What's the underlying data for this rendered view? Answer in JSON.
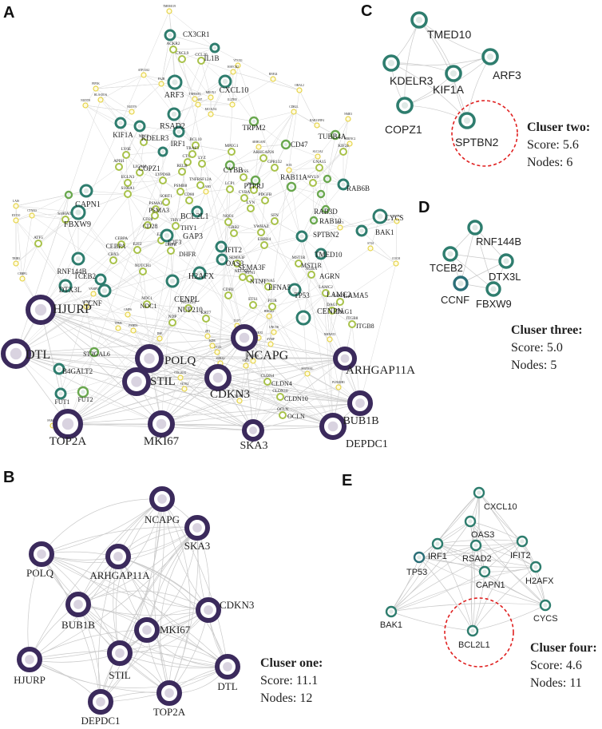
{
  "panels": {
    "A": {
      "letter": "A"
    },
    "B": {
      "letter": "B",
      "title": "Cluser one:",
      "score": "Score: 11.1",
      "nodes": "Nodes: 12"
    },
    "C": {
      "letter": "C",
      "title": "Cluser two:",
      "score": "Score: 5.6",
      "nodes": "Nodes: 6"
    },
    "D": {
      "letter": "D",
      "title": "Cluser three:",
      "score": "Score: 5.0",
      "nodes": "Nodes: 5"
    },
    "E": {
      "letter": "E",
      "title": "Cluser four:",
      "score": "Score: 4.6",
      "nodes": "Nodes: 11"
    }
  },
  "colors": {
    "purple": "#3b2a5c",
    "teal": "#2e7d6e",
    "green": "#6aa84f",
    "yellowgreen": "#a8c24a",
    "yellow": "#e6d44a",
    "highlight_circle": "#e02020",
    "edge": "#c9c9c9"
  },
  "network_A": {
    "hubs": [
      "HJURP",
      "DTL",
      "POLQ",
      "STIL",
      "NCAPG",
      "CDKN3",
      "ARHGAP11A",
      "TOP2A",
      "MKI67",
      "SKA3",
      "DEPDC1",
      "BUB1B"
    ],
    "teal_nodes": [
      "CAPN1",
      "FBXW9",
      "RNF144B",
      "TCEB2",
      "DTX3L",
      "CCNF",
      "KIF1A",
      "KDELR3",
      "RSAD2",
      "ARF3",
      "CXCL10",
      "IRF1",
      "BCL2L1",
      "GAP3",
      "IFIT2",
      "CENPL",
      "OAS3",
      "H2AFX",
      "TP53",
      "CENPN",
      "SPTBN2",
      "TMED10",
      "RAB11A",
      "RAB6B",
      "CYCS",
      "BAK1",
      "MYO5B",
      "COPZ1",
      "CX3CR1",
      "IL1B",
      "ARL4C",
      "B4GALT2",
      "ST3GAL6",
      "FUT1",
      "FUT2",
      "CD47",
      "TRPM2",
      "TUBB4A",
      "PTPRJ",
      "CYBB",
      "GNAI3",
      "RAB3D",
      "RAB10",
      "AGRN",
      "NTN1",
      "EFNA5",
      "SEMA3F",
      "LAMC2",
      "LAMA5",
      "DAG1",
      "ITGB8",
      "MST1R",
      "CLDN4",
      "CLDN10",
      "OCLN",
      "NUP210",
      "NDC1",
      "DHFR",
      "E2F3",
      "CEBPA",
      "CD28",
      "THY1",
      "PSMA3"
    ],
    "green_labels": [
      "CXCL9",
      "CCL20",
      "ACKR2",
      "NPC2",
      "LY6E",
      "CTSC",
      "RELB",
      "LYPD6B",
      "TNFRSF12A",
      "BCL10",
      "MPEG1",
      "TRAF3",
      "LYZ",
      "LCP1",
      "CTSS",
      "NQO1",
      "LYN",
      "PDGFB",
      "SFN",
      "ERBB4",
      "YWHAZ",
      "GRB2",
      "F11R",
      "NECAB2",
      "ETS1",
      "SORT1",
      "VDR",
      "E2F2",
      "NOTCH1",
      "CD80",
      "PSMB8",
      "KIF24",
      "NOTCH3",
      "ARHGAP26",
      "GPR132",
      "ATF5",
      "S100A1",
      "S100A14",
      "LAMP3",
      "HAVCR2",
      "NUDT9",
      "EGLN3",
      "LICAM",
      "APIS1",
      "CBX3",
      "NDP",
      "CDH1",
      "KRT7"
    ],
    "yellow_labels": [
      "TMEM119",
      "VTCN1",
      "ATP13A2",
      "FA2H",
      "HLA-DOA",
      "PIP5K",
      "NUDT8",
      "RNF24",
      "OBAL2",
      "CDR2L",
      "RAB11FIP4",
      "NME3",
      "SLC2A2",
      "SERINC2",
      "NOVA2",
      "SDC3",
      "ST14",
      "COCH",
      "NMNAT2",
      "MANSAL",
      "PLEKHH1",
      "MOAT1",
      "ANO1",
      "FAM83E",
      "TRIB3",
      "CEBPG",
      "ATG5",
      "CTXN3",
      "EXT10",
      "LAIS",
      "VAMP5",
      "AUNIP",
      "TPM3",
      "GMPS",
      "PSMD1",
      "DSE",
      "GMP"
    ]
  },
  "cluster_B": [
    "NCAPG",
    "POLQ",
    "ARHGAP11A",
    "SKA3",
    "BUB1B",
    "MKI67",
    "CDKN3",
    "STIL",
    "HJURP",
    "DTL",
    "TOP2A",
    "DEPDC1"
  ],
  "cluster_C": [
    "TMED10",
    "KDELR3",
    "ARF3",
    "KIF1A",
    "COPZ1",
    "SPTBN2"
  ],
  "cluster_D": [
    "RNF144B",
    "TCEB2",
    "DTX3L",
    "CCNF",
    "FBXW9"
  ],
  "cluster_E": [
    "CXCL10",
    "OAS3",
    "IRF1",
    "RSAD2",
    "IFIT2",
    "TP53",
    "CAPN1",
    "H2AFX",
    "BAK1",
    "CYCS",
    "BCL2L1"
  ]
}
